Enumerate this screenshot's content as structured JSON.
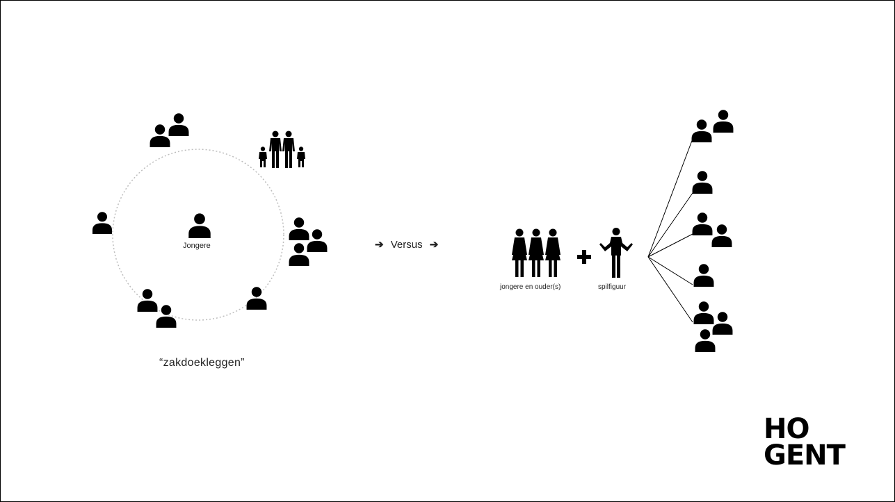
{
  "diagram": {
    "center_label": "Jongere",
    "circle_caption": "“zakdoekleggen”",
    "versus": {
      "arrow_left": "➔",
      "text": "Versus",
      "arrow_right": "➔"
    },
    "family_label": "jongere en ouder(s)",
    "plus_symbol": "+",
    "pivot_label": "spilfiguur"
  },
  "logo": {
    "line1": "HO",
    "line2": "GENT"
  },
  "icons": {
    "person": "person-icon",
    "group": "group-icon",
    "family": "family-icon",
    "pivot": "pivot-person-icon"
  },
  "colors": {
    "ink": "#000000",
    "circle": "#bdbdbd",
    "background": "#ffffff"
  }
}
